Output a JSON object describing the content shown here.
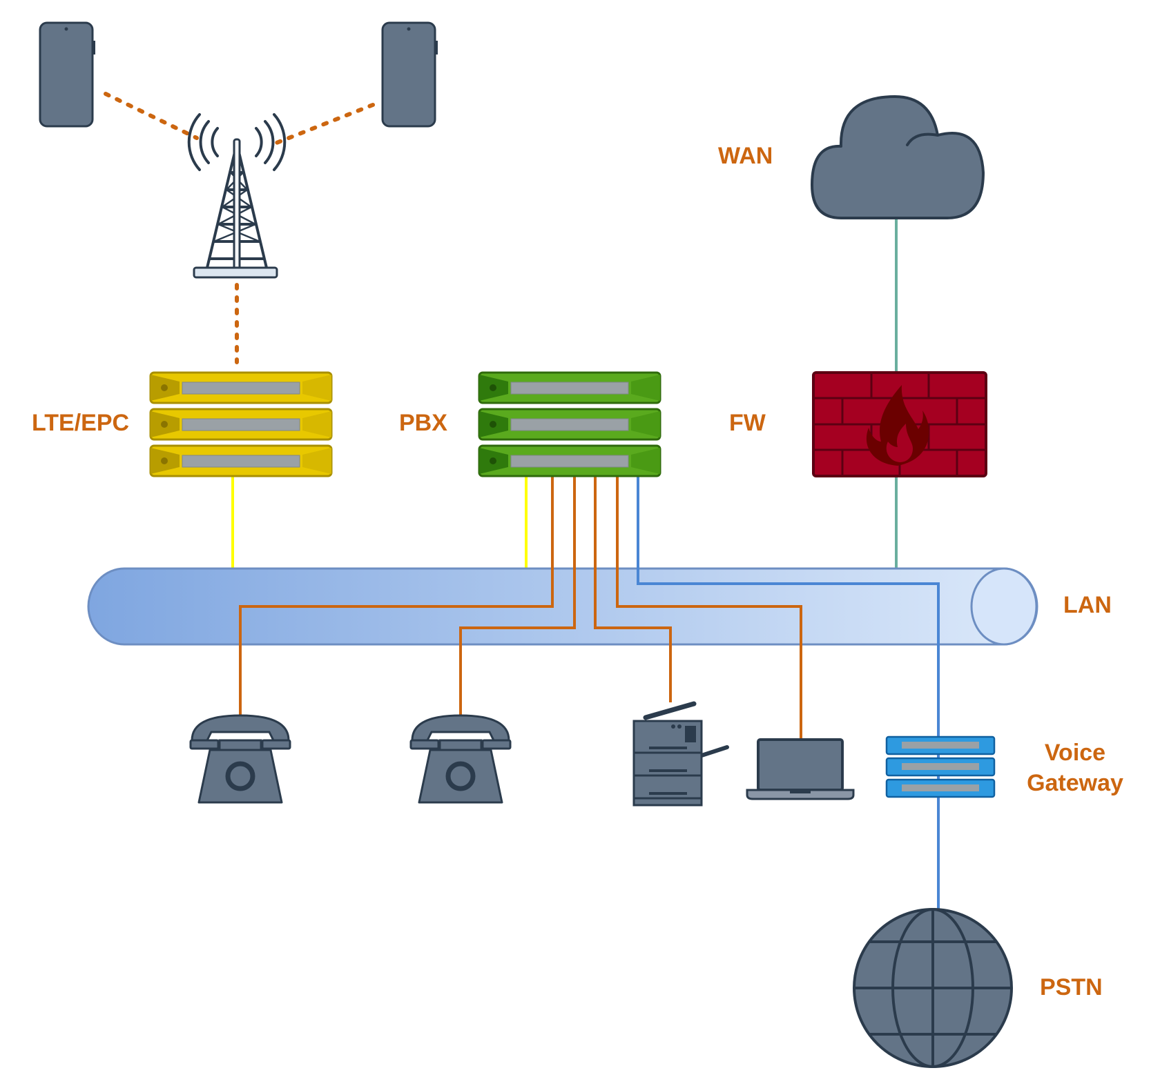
{
  "colors": {
    "label": "#CC6610",
    "icon_fill": "#637487",
    "icon_stroke": "#2B3B4C",
    "link_orange": "#CC6610",
    "link_yellow": "#FFFF00",
    "link_blue": "#4A86D4",
    "link_teal": "#6AAF9E",
    "lte_server": "#E8C800",
    "pbx_server": "#5AAA1E",
    "gateway_server": "#2E9AE0",
    "firewall": "#A50021",
    "lan_start": "#7FA6E0",
    "lan_end": "#DCE9FA"
  },
  "labels": {
    "wan": "WAN",
    "lte_epc": "LTE/EPC",
    "pbx": "PBX",
    "fw": "FW",
    "lan": "LAN",
    "voice_gateway_line1": "Voice",
    "voice_gateway_line2": "Gateway",
    "pstn": "PSTN"
  },
  "icons": {
    "phone_left": "smartphone-icon",
    "phone_right": "smartphone-icon",
    "tower": "cell-tower-icon",
    "cloud": "cloud-icon",
    "lte_epc": "server-stack-icon",
    "pbx": "server-stack-icon",
    "firewall": "firewall-icon",
    "lan": "bus-cylinder-icon",
    "desk_phone_1": "desk-telephone-icon",
    "desk_phone_2": "desk-telephone-icon",
    "printer": "printer-icon",
    "laptop": "laptop-icon",
    "voice_gateway": "server-stack-icon",
    "pstn": "globe-icon"
  }
}
